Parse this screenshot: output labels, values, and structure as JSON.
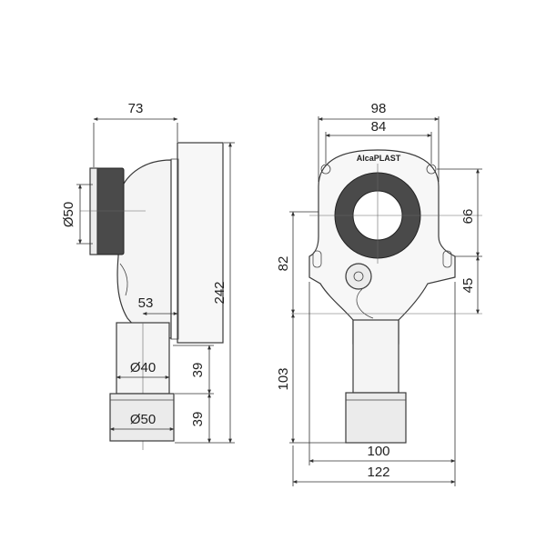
{
  "brand": {
    "logo_text": "AlcaPLAST"
  },
  "side_view": {
    "dim_top_width": "73",
    "dim_inlet_diameter": "Ø50",
    "dim_height_total": "242",
    "dim_offset": "53",
    "dim_tube_diameter": "Ø40",
    "dim_outlet_diameter": "Ø50",
    "dim_tube_height_1": "39",
    "dim_tube_height_2": "39"
  },
  "front_view": {
    "dim_outer_width": "98",
    "dim_inner_width": "84",
    "dim_upper_height": "66",
    "dim_mid_height": "45",
    "dim_left_height_upper": "82",
    "dim_left_height_lower": "103",
    "dim_bottom_width_inner": "100",
    "dim_bottom_width_outer": "122"
  }
}
